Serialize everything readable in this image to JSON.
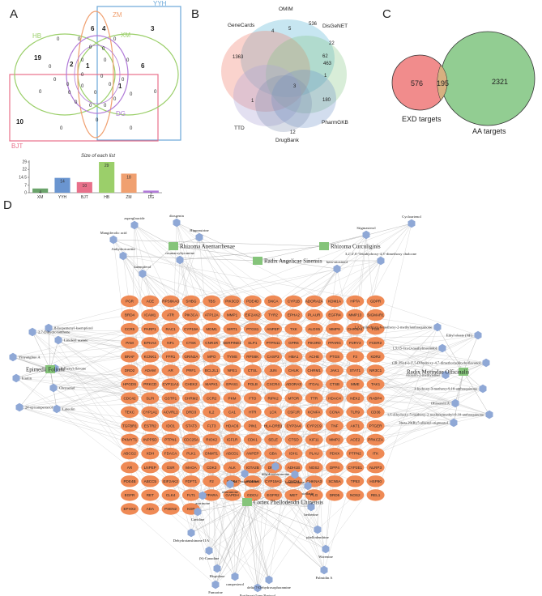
{
  "panels": {
    "a": "A",
    "b": "B",
    "c": "C",
    "d": "D"
  },
  "panel_a": {
    "sets": [
      {
        "name": "YYH",
        "color": "#6aa7d8"
      },
      {
        "name": "ZM",
        "color": "#f0a070"
      },
      {
        "name": "HB",
        "color": "#9bcf6a"
      },
      {
        "name": "XM",
        "color": "#9bcf6a"
      },
      {
        "name": "BJT",
        "color": "#e8708a"
      },
      {
        "name": "DG",
        "color": "#b07ad8"
      }
    ],
    "region_counts": [
      "6",
      "4",
      "3",
      "19",
      "2",
      "1",
      "6",
      "10",
      "1",
      "0",
      "0"
    ],
    "chart_data": {
      "type": "bar",
      "title": "Size of each list",
      "categories": [
        "XM",
        "YYH",
        "BJT",
        "HB",
        "ZM",
        "DG"
      ],
      "values": [
        4,
        14,
        10,
        29,
        18,
        2
      ],
      "value_labels": [
        "4",
        "14",
        "10",
        "29",
        "18",
        "2"
      ],
      "colors": [
        "#6aa36a",
        "#6a95d0",
        "#e8708a",
        "#9bcf6a",
        "#f0a070",
        "#b07ad8"
      ],
      "yticks": [
        "0",
        "7",
        "14.5",
        "22",
        "29"
      ],
      "ylim": [
        0,
        29
      ]
    }
  },
  "panel_b": {
    "databases": [
      "OMIM",
      "GeneCards",
      "DisGeNET",
      "TTD",
      "PharmGKB",
      "DrugBank"
    ],
    "numbers": [
      "536",
      "1363",
      "22",
      "62",
      "5",
      "12",
      "4",
      "1",
      "463",
      "180",
      "1",
      "3"
    ]
  },
  "panel_c": {
    "left_label": "EXD targets",
    "right_label": "AA targets",
    "left_only": "576",
    "overlap": "195",
    "right_only": "2321",
    "left_color": "#f08080",
    "right_color": "#7fc47f"
  },
  "panel_d": {
    "herbs": [
      "Rhizoma Anemarrhenae",
      "Radix Angelicae Sinensis",
      "Rhizoma Curculiginis",
      "Epimedii Folium",
      "Radix Morindae Officinalis",
      "Cortex Phellodendri Chinensis"
    ],
    "compounds_top": [
      "asperglaucide",
      "diosgenin",
      "Mangiferolic acid",
      "Hippeastrine",
      "Anhydroicaritin",
      "coumaroyltyramine",
      "kaempferol",
      "Stigmasterol",
      "Cycloartenol",
      "beta-sitosterol",
      "3,2',4',6'-Tetrahydroxy-4,3'-dimethoxy chalcone"
    ],
    "compounds_left": [
      "8-Isopentenyl-kaempferol",
      "2,7-Dihydroxanthone",
      "Linoleyl acetate",
      "Yinyanghuo A",
      "8-Prenyl-flavone",
      "Icariin",
      "Chryseriol",
      "24-epicampesterol",
      "Luteolin"
    ],
    "compounds_right": [
      "1,3,7-trihydroxy-6-methoxy-2-methylanthraquinone",
      "Ethyl oleate (NF)",
      "1,5,15-Tri-O-methylmorindol",
      "(2R,3S)-(+)-3',5-Dihydroxy-4,7-dimethoxydihydroflavonol",
      "Alizarin-2-methylether",
      "1-hydroxy-3-methoxy-9,10-anthraquinone",
      "Ohioensin A",
      "1,6-dihydroxy-5-methoxy-2-methoxymethyl-9,10-anthraquinone",
      "3beta,20(R),5-alkenyl-stigmastol"
    ],
    "compounds_bottom": [
      "dihydroobacunone",
      "delta 7-stigmastenol",
      "berberrubine",
      "obacunone",
      "stellarin",
      "acerinone",
      "Cavidine",
      "Dehydrotanshinone II A",
      "(S)-Canadine",
      "berberine",
      "Hispidone",
      "phellodendrine",
      "Worenine",
      "campesterol",
      "Palmidin A",
      "Poriferast-5-en-3beta-ol",
      "Fumarine",
      "delta 7-Dehydrosophoramine"
    ],
    "targets": [
      "PGR",
      "ACE",
      "RPS6KA3",
      "SHBG",
      "TBS",
      "PIK3CD",
      "PDE4D",
      "SNCA",
      "CYP1B",
      "ADORA2A",
      "KDM1A",
      "HPTA",
      "GDPR",
      "BRD4",
      "ICAM1",
      "ATR",
      "PIK3CA",
      "ATP12A",
      "MMP1",
      "EIF2AK2",
      "TYR2",
      "EPHA2",
      "PLAUR",
      "EGFR4",
      "MMP13",
      "SIGMAR1",
      "CCR5",
      "PARP1",
      "RAC1",
      "CYP19A",
      "MDM1",
      "SIRT1",
      "PTGS1",
      "ANPEP",
      "TXK",
      "ALOX5",
      "MMP9",
      "CHRNA1",
      "FGR",
      "PAM",
      "EPHA4",
      "NF1",
      "CTSK",
      "CNR1R",
      "SERPINE1",
      "SLP1",
      "PTPN11",
      "GPR6",
      "PIK3R0",
      "PPARG",
      "P2RY2",
      "FCER2",
      "BRAF",
      "KCNK1",
      "FFR1",
      "GRIN2A",
      "MPO",
      "TYMS",
      "RPS6K",
      "CASP3",
      "HBA1",
      "ACHE",
      "PTGS",
      "F3",
      "KDR2",
      "DRD2",
      "ADAM",
      "AR",
      "PRF1",
      "BCL2L1",
      "NFE1",
      "CTSL",
      "JUN",
      "CHUK",
      "CHRM1",
      "JAK1",
      "STAT1",
      "NR3C1",
      "HPGDS",
      "PRKCD",
      "CYP11A1",
      "CHEK2",
      "MAPK1",
      "EPAS1",
      "POLB",
      "CXCR4",
      "ADORA3",
      "ITGAL",
      "CTSB",
      "MME",
      "TAK1",
      "CDC42",
      "SLPI",
      "GSTP1",
      "CHRM2",
      "CCR2",
      "PKM",
      "FTO",
      "RIPK2",
      "MTOR",
      "TTR",
      "HDAC4",
      "NEK2",
      "RABP4",
      "TEKC",
      "CYP1A1",
      "ACVRL1",
      "DRD3",
      "IL2",
      "CA1",
      "HTR",
      "LCK",
      "CSF1R",
      "KCNFA",
      "CCNA",
      "TLR9",
      "CD36",
      "TGFBR1",
      "ESTR2",
      "IDO1",
      "STAT3",
      "FLT3",
      "HDAC6",
      "PIN1",
      "HLA-DRB1",
      "CYP3A4",
      "CYP2C9",
      "TNF",
      "AKT1",
      "PTGER",
      "PKMYT1",
      "INPP5D",
      "PTPN1",
      "CDC25A",
      "RIOK2",
      "IGF1R",
      "CDK1",
      "SELE",
      "CTSD",
      "KIF11",
      "MMP2",
      "ACE2",
      "PRKCZA",
      "ABCG2",
      "XDH",
      "FDACA",
      "PLK1",
      "DNMT1",
      "ABCD1",
      "ANPEP",
      "GBA",
      "IDH1",
      "PLAU",
      "PDXX",
      "PTPN2",
      "ITK",
      "AR",
      "LNPEP",
      "GSR",
      "MAOA",
      "CDK3",
      "ALK",
      "IGTA2B",
      "DRD1",
      "ADH1B",
      "NOS2",
      "DPP4",
      "CYP2E1",
      "NLRP3",
      "PDE4B",
      "ABCC5",
      "EIF2AK2",
      "FDFT1",
      "F2",
      "NOX4",
      "PDE5A",
      "CYP19A1",
      "CHDH",
      "CHKNA3",
      "SCN5A",
      "TP53",
      "HSP90",
      "EGFR",
      "RET",
      "CLK4",
      "FLT1",
      "PPARA",
      "GAPDH",
      "GDCU",
      "EGFR2",
      "MET",
      "PLG",
      "DRD5",
      "NOS2",
      "REL1",
      "EPHX2",
      "ADA",
      "PSEN2",
      "KDR"
    ]
  }
}
